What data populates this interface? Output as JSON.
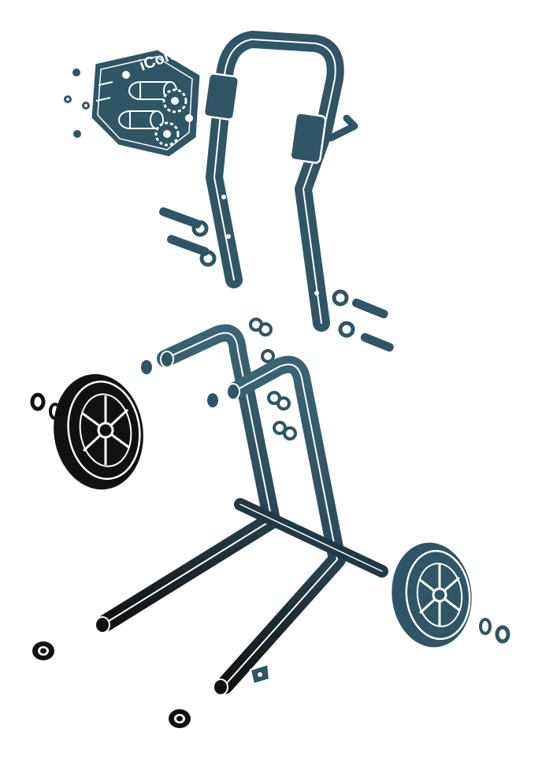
{
  "diagram": {
    "type": "exploded-parts-view",
    "brand_text": "iCon",
    "colors": {
      "steel_blue": "#2f5566",
      "steel_blue_dark": "#1f3a46",
      "black": "#111111",
      "background": "#ffffff",
      "highlight": "#ffffff"
    },
    "parts": [
      {
        "name": "pump-head",
        "icon": "pump-head-icon"
      },
      {
        "name": "upper-handle-frame",
        "icon": "handle-frame-icon"
      },
      {
        "name": "lower-cart-frame",
        "icon": "cart-frame-icon"
      },
      {
        "name": "left-wheel",
        "icon": "wheel-icon"
      },
      {
        "name": "right-wheel",
        "icon": "wheel-icon"
      },
      {
        "name": "foot-caps",
        "count": 2
      },
      {
        "name": "bolts",
        "count": 4
      },
      {
        "name": "washers-and-nuts"
      }
    ]
  }
}
